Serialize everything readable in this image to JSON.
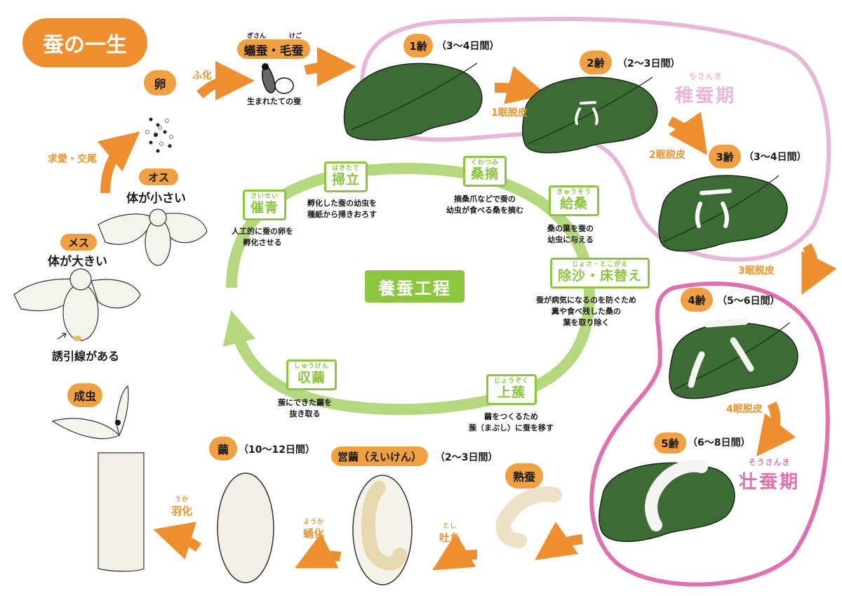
{
  "title": "蚕の一生",
  "colors": {
    "orange": "#ef8e2e",
    "pill_orange": "#f0a040",
    "leaf_green": "#3d6b35",
    "young_period_pink": "#e8b6d6",
    "mature_period_pink": "#e070b0",
    "process_green": "#8cc63f",
    "process_ring": "#b5d77e"
  },
  "lifecycle": {
    "egg": {
      "label": "卵"
    },
    "hatch": {
      "label": "ふ化"
    },
    "newborn": {
      "ruby_left": "ぎさん",
      "ruby_right": "けご",
      "label": "蟻蚕・毛蚕",
      "caption": "生まれたての蚕"
    },
    "instars": [
      {
        "label": "1齢",
        "duration": "（3〜4日間）"
      },
      {
        "label": "2齢",
        "duration": "（2〜3日間）"
      },
      {
        "label": "3齢",
        "duration": "（3〜4日間）"
      },
      {
        "label": "4齢",
        "duration": "（5〜6日間）"
      },
      {
        "label": "5齢",
        "duration": "（6〜8日間）"
      }
    ],
    "molts": [
      "1眠脱皮",
      "2眠脱皮",
      "3眠脱皮",
      "4眠脱皮"
    ],
    "young_period": {
      "ruby": "ちさんき",
      "label": "稚蚕期"
    },
    "mature_period": {
      "ruby": "そうさんき",
      "label": "壮蚕期"
    },
    "mature_silkworm": {
      "label": "熟蚕"
    },
    "spinning": {
      "ruby": "とし",
      "label": "吐糸"
    },
    "cocoon_making": {
      "label": "営繭（えいけん）",
      "duration": "（2〜3日間）"
    },
    "pupation": {
      "ruby": "ようか",
      "label": "蛹化"
    },
    "cocoon": {
      "label": "繭",
      "duration": "（10〜12日間）"
    },
    "emergence": {
      "ruby": "うか",
      "label": "羽化"
    },
    "adult": {
      "label": "成虫"
    },
    "female": {
      "label": "メス",
      "note": "体が大きい",
      "pointer_note": "誘引線がある"
    },
    "male": {
      "label": "オス",
      "note": "体が小さい"
    },
    "mating": {
      "label": "求愛・交尾"
    }
  },
  "process": {
    "center_label": "養蚕工程",
    "steps": [
      {
        "ruby": "さいせい",
        "label": "催青",
        "desc": [
          "人工的に蚕の卵を",
          "孵化させる"
        ]
      },
      {
        "ruby": "はきたて",
        "label": "掃立",
        "desc": [
          "孵化した蚕の幼虫を",
          "種紙から掃きおろす"
        ]
      },
      {
        "ruby": "くわつみ",
        "label": "桑摘",
        "desc": [
          "摘桑爪などで蚕の",
          "幼虫が食べる桑を摘む"
        ]
      },
      {
        "ruby": "きゅうそう",
        "label": "給桑",
        "desc": [
          "桑の葉を蚕の",
          "幼虫に与える"
        ]
      },
      {
        "ruby": "じょさ・とこがえ",
        "label": "除沙・床替え",
        "desc": [
          "蚕が病気になるのを防ぐため",
          "糞や食べ残した桑の",
          "葉を取り除く"
        ]
      },
      {
        "ruby": "じょうぞく",
        "label": "上蔟",
        "desc": [
          "繭をつくるため",
          "蔟（まぶし）に蚕を移す"
        ]
      },
      {
        "ruby": "しゅうけん",
        "label": "収繭",
        "desc": [
          "蔟にできた繭を",
          "抜き取る"
        ]
      }
    ]
  }
}
